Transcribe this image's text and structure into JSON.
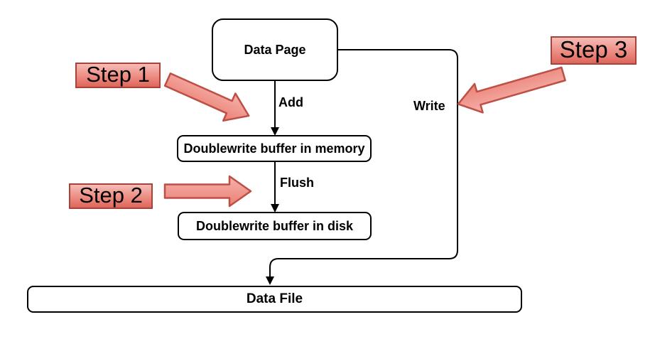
{
  "diagram": {
    "nodes": {
      "data_page": "Data Page",
      "memory_buffer": "Doublewrite buffer in memory",
      "disk_buffer": "Doublewrite buffer in disk",
      "data_file": "Data File"
    },
    "edge_labels": {
      "add": "Add",
      "flush": "Flush",
      "write": "Write"
    },
    "steps": [
      {
        "label": "Step 1"
      },
      {
        "label": "Step 2"
      },
      {
        "label": "Step 3"
      }
    ],
    "colors": {
      "step_fill_light": "#f6bcb6",
      "step_fill_mid": "#ec8c82",
      "step_fill_dark": "#de665b",
      "step_border": "#a94339",
      "arrow_fill_light": "#f5b2ab",
      "arrow_fill_dark": "#eb8075",
      "arrow_border": "#bd4f45",
      "connector": "#000000",
      "node_border": "#000000",
      "node_fill": "#ffffff"
    }
  }
}
